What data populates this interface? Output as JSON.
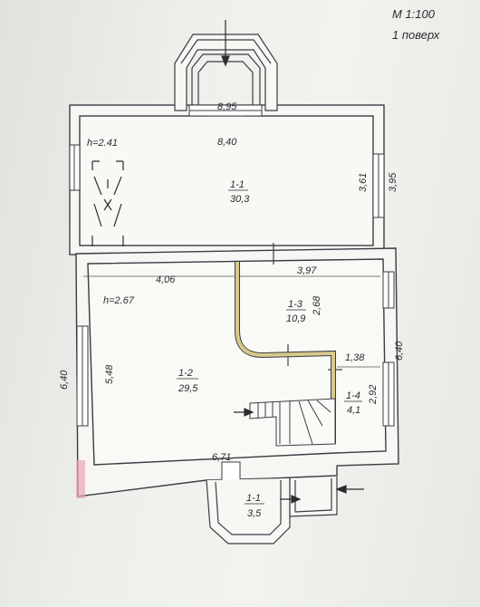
{
  "header": {
    "scale": "М 1:100",
    "floor": "1 поверх"
  },
  "rooms": [
    {
      "id": "1-1",
      "area": "30,3"
    },
    {
      "id": "1-2",
      "area": "29,5"
    },
    {
      "id": "1-3",
      "area": "10,9"
    },
    {
      "id": "1-4",
      "area": "4,1"
    },
    {
      "id": "1-1",
      "area": "3,5"
    }
  ],
  "heights": {
    "upper": "h=2.41",
    "lower": "h=2.67"
  },
  "dimensions": {
    "top_outer": "8,95",
    "top_inner": "8,40",
    "right_upper_inner": "3,61",
    "right_upper_outer": "3,95",
    "lower_left_width": "4,06",
    "lower_right_width": "3,97",
    "room3_height": "2,68",
    "left_outer": "6,40",
    "left_inner": "5,48",
    "right_lower_outer": "6,40",
    "room4_width": "1,38",
    "room4_height": "2,92",
    "bottom_width": "6,71"
  },
  "colors": {
    "wall": "#3a3c44",
    "wall_fill": "#f4f4f1",
    "partition": "#d8c98a",
    "accent": "#e8a8b8"
  }
}
